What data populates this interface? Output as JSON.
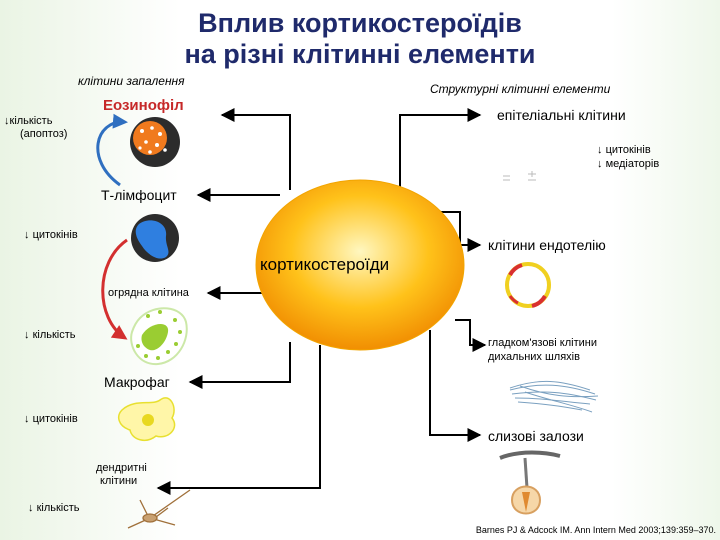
{
  "title_line1": "Вплив кортикостероїдів",
  "title_line2": "на різні клітинні елементи",
  "left_header": "клітини запалення",
  "right_header": "Структурні клітинні елементи",
  "center": "кортикостероїди",
  "left": {
    "eosinophil": "Еозинофіл",
    "eos_effect_1": "кількість",
    "eos_effect_2": "(апоптоз)",
    "tlymph": "Т-лімфоцит",
    "tlymph_effect": "цитокінів",
    "mast": "огрядна клітина",
    "mast_effect": "кількість",
    "macrophage": "Макрофаг",
    "macro_effect": "цитокінів",
    "dendritic_1": "дендритні",
    "dendritic_2": "клітини",
    "dend_effect": "кількість"
  },
  "right": {
    "epithelial": "епітеліальні клітини",
    "epi_effect_1": "цитокінів",
    "epi_effect_2": "медіаторів",
    "endothelial": "клітини ендотелію",
    "smooth_1": "гладком'язові клітини",
    "smooth_2": "дихальних шляхів",
    "glands": "слизові залози"
  },
  "arrow_glyph": "↓",
  "citation": "Barnes PJ & Adcock IM. Ann Intern Med 2003;139:359–370.",
  "colors": {
    "title": "#1f2a6b",
    "ellipse": "#ff9f00",
    "eosinophil_label": "#c62828",
    "arrow_blue": "#2f6fc0",
    "arrow_red": "#d32f2f",
    "lines": "#000000"
  }
}
